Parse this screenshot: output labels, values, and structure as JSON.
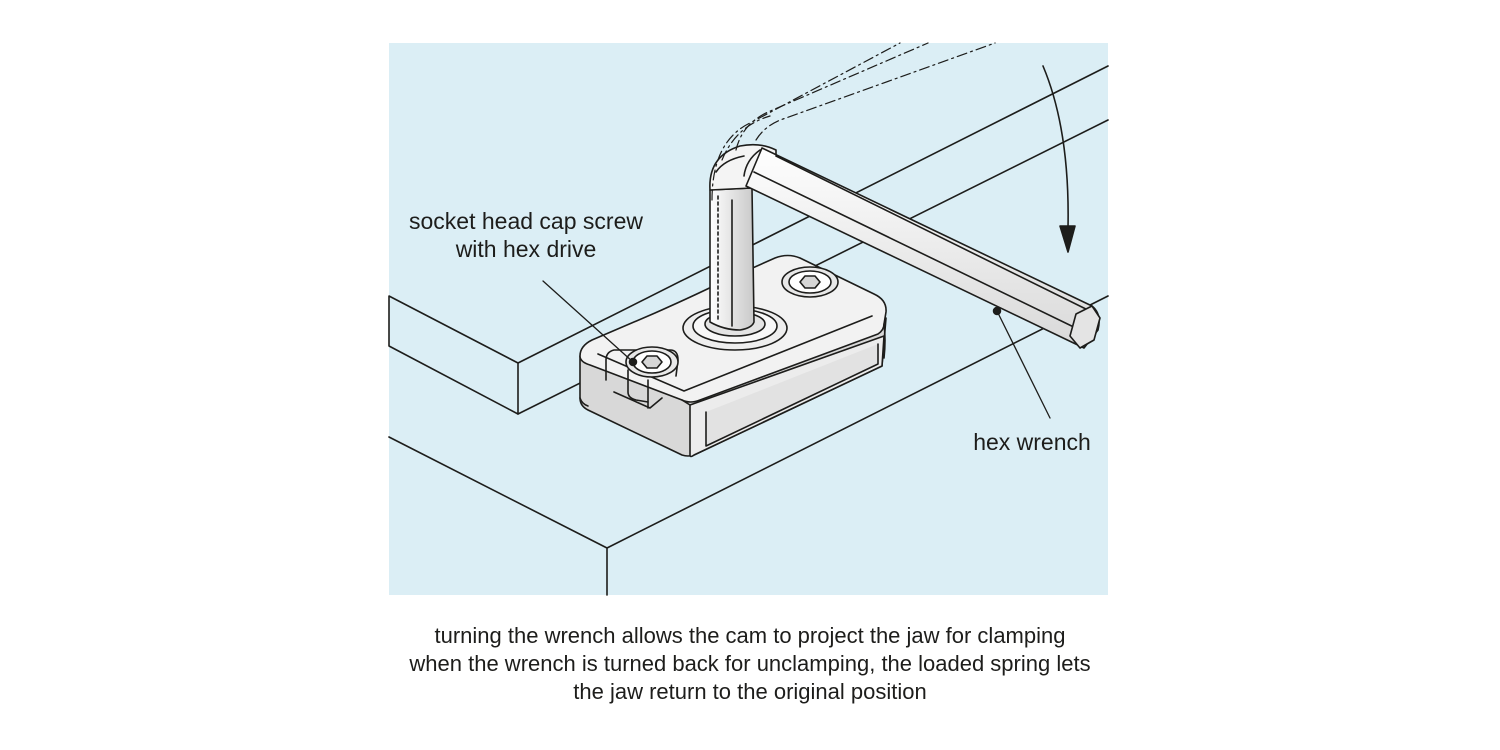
{
  "labels": {
    "screw": [
      "socket head cap screw",
      "with hex drive"
    ],
    "wrench": "hex wrench"
  },
  "caption": [
    "turning the wrench allows the cam to project the jaw for clamping",
    "when the wrench is turned back for unclamping, the loaded spring lets",
    "the jaw return to the original position"
  ],
  "colors": {
    "background": "#dbeef5",
    "line": "#1d1d1b",
    "part_fill": "#f2f2f2",
    "shadow": "#d4d4d4"
  }
}
